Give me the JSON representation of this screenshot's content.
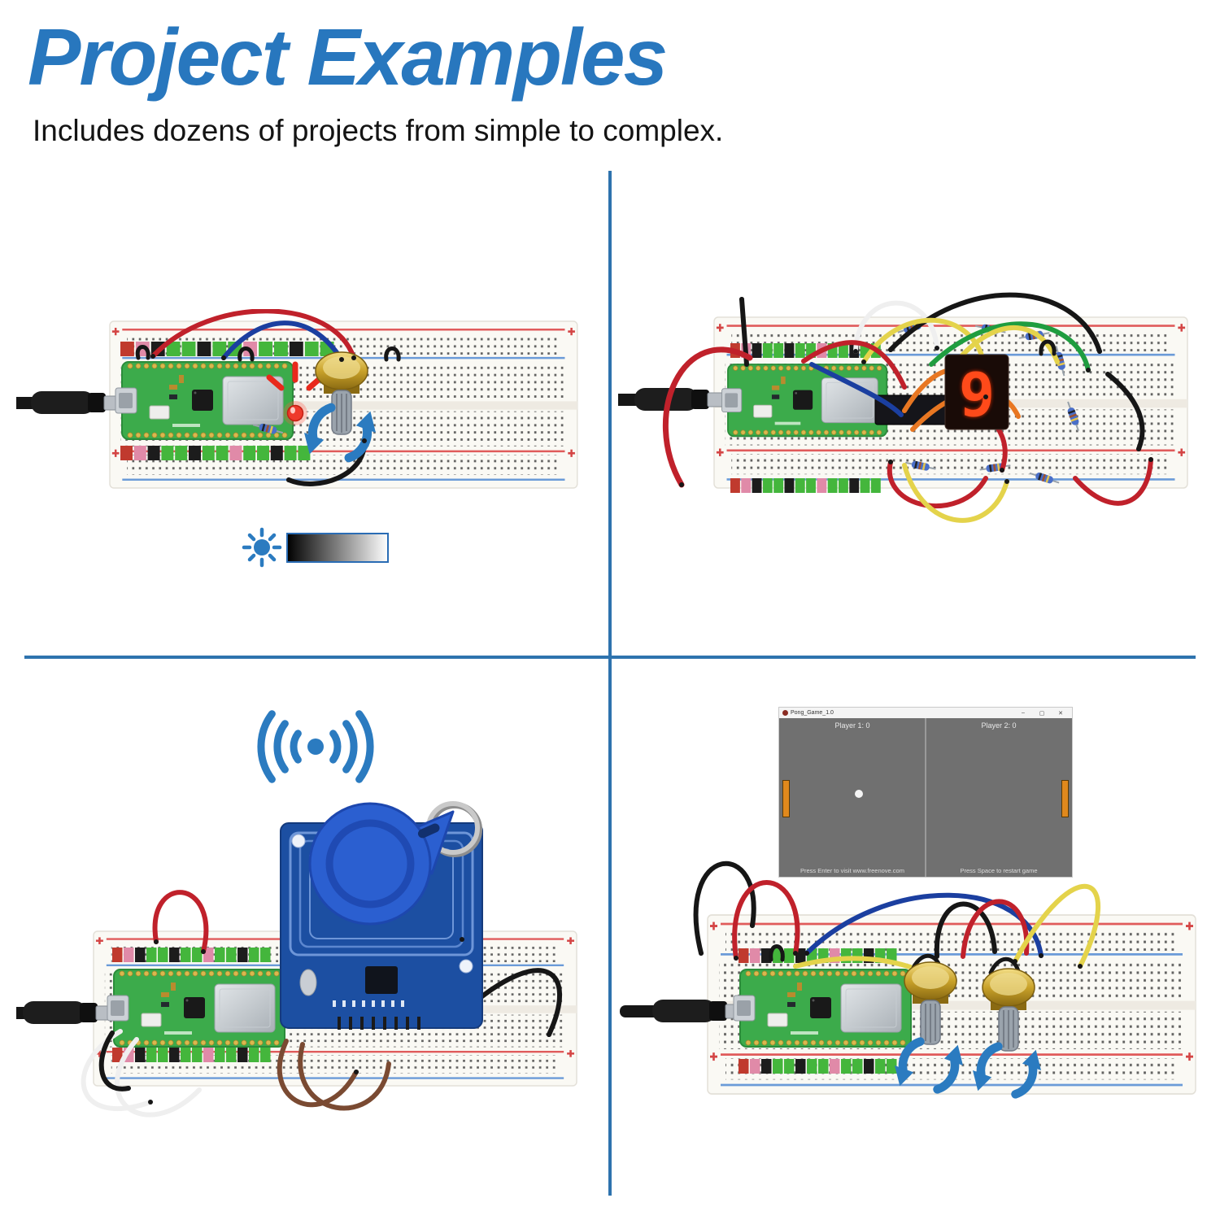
{
  "header": {
    "title": "Project Examples",
    "subtitle": "Includes dozens of projects from simple to complex."
  },
  "seven_segment_digit": "9",
  "pong_window": {
    "title": "Pong_Game_1.0",
    "player1_score": "Player 1: 0",
    "player2_score": "Player 2: 0",
    "hint_left": "Press Enter to visit www.freenove.com",
    "hint_right": "Press Space to restart game",
    "controls": {
      "minimize": "–",
      "maximize": "▢",
      "close": "✕"
    }
  },
  "icons": {
    "brightness": "sun-icon",
    "brightness_gradient": "black-to-white-gradient-bar",
    "rfid_signal": "radio-waves-icon",
    "rotation": "rotate-arrows-icon"
  },
  "colors": {
    "title_blue": "#2877be",
    "divider_blue": "#2e73ae",
    "arrow_blue": "#2b7bc0",
    "led_red": "#ee3a2c",
    "seven_segment_red": "#ff3000",
    "paddle_orange": "#e0891d",
    "pico_green": "#3cab4b",
    "rfid_module_blue": "#1c4fa2",
    "keyfob_blue": "#2b5fd0"
  }
}
